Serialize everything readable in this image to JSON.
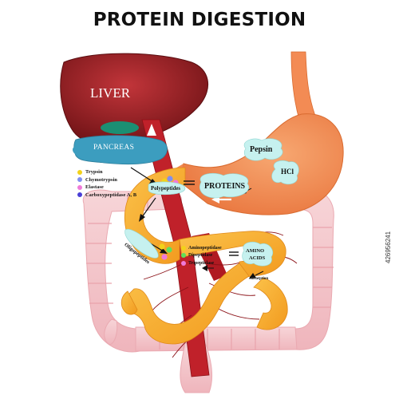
{
  "title": "PROTEIN DIGESTION",
  "labels": {
    "liver": "LIVER",
    "pancreas": "PANCREAS",
    "pepsin": "Pepsin",
    "hcl": "HCl",
    "proteins": "PROTEINS",
    "polypeptides": "Polypeptides",
    "oligopeptides": "Oligopeptides",
    "amino_line1": "AMINO",
    "amino_line2": "ACIDS",
    "absorption": "Absorption"
  },
  "pancreatic_enzymes": [
    {
      "name": "Trypsin",
      "color": "#f2d21a"
    },
    {
      "name": "Chymotrypsin",
      "color": "#7f8ff0"
    },
    {
      "name": "Elastase",
      "color": "#f07ad8"
    },
    {
      "name": "Carboxypeptidase A, B",
      "color": "#4a3fd6"
    }
  ],
  "brush_border_enzymes": [
    {
      "name": "Aminopeptidase",
      "color": "#f2d21a"
    },
    {
      "name": "Dipeptidase",
      "color": "#5fe05a"
    },
    {
      "name": "Tripeptidase",
      "color": "#f07ad8"
    }
  ],
  "stock_id": "426956241",
  "colors": {
    "liver": "#9c1f22",
    "stomach": "#f08a52",
    "pancreas": "#3f9fc0",
    "intestine": "#f3c3c8",
    "duodenum": "#f7a62a",
    "artery": "#b81d24",
    "bubble": "#c6f1ef"
  }
}
